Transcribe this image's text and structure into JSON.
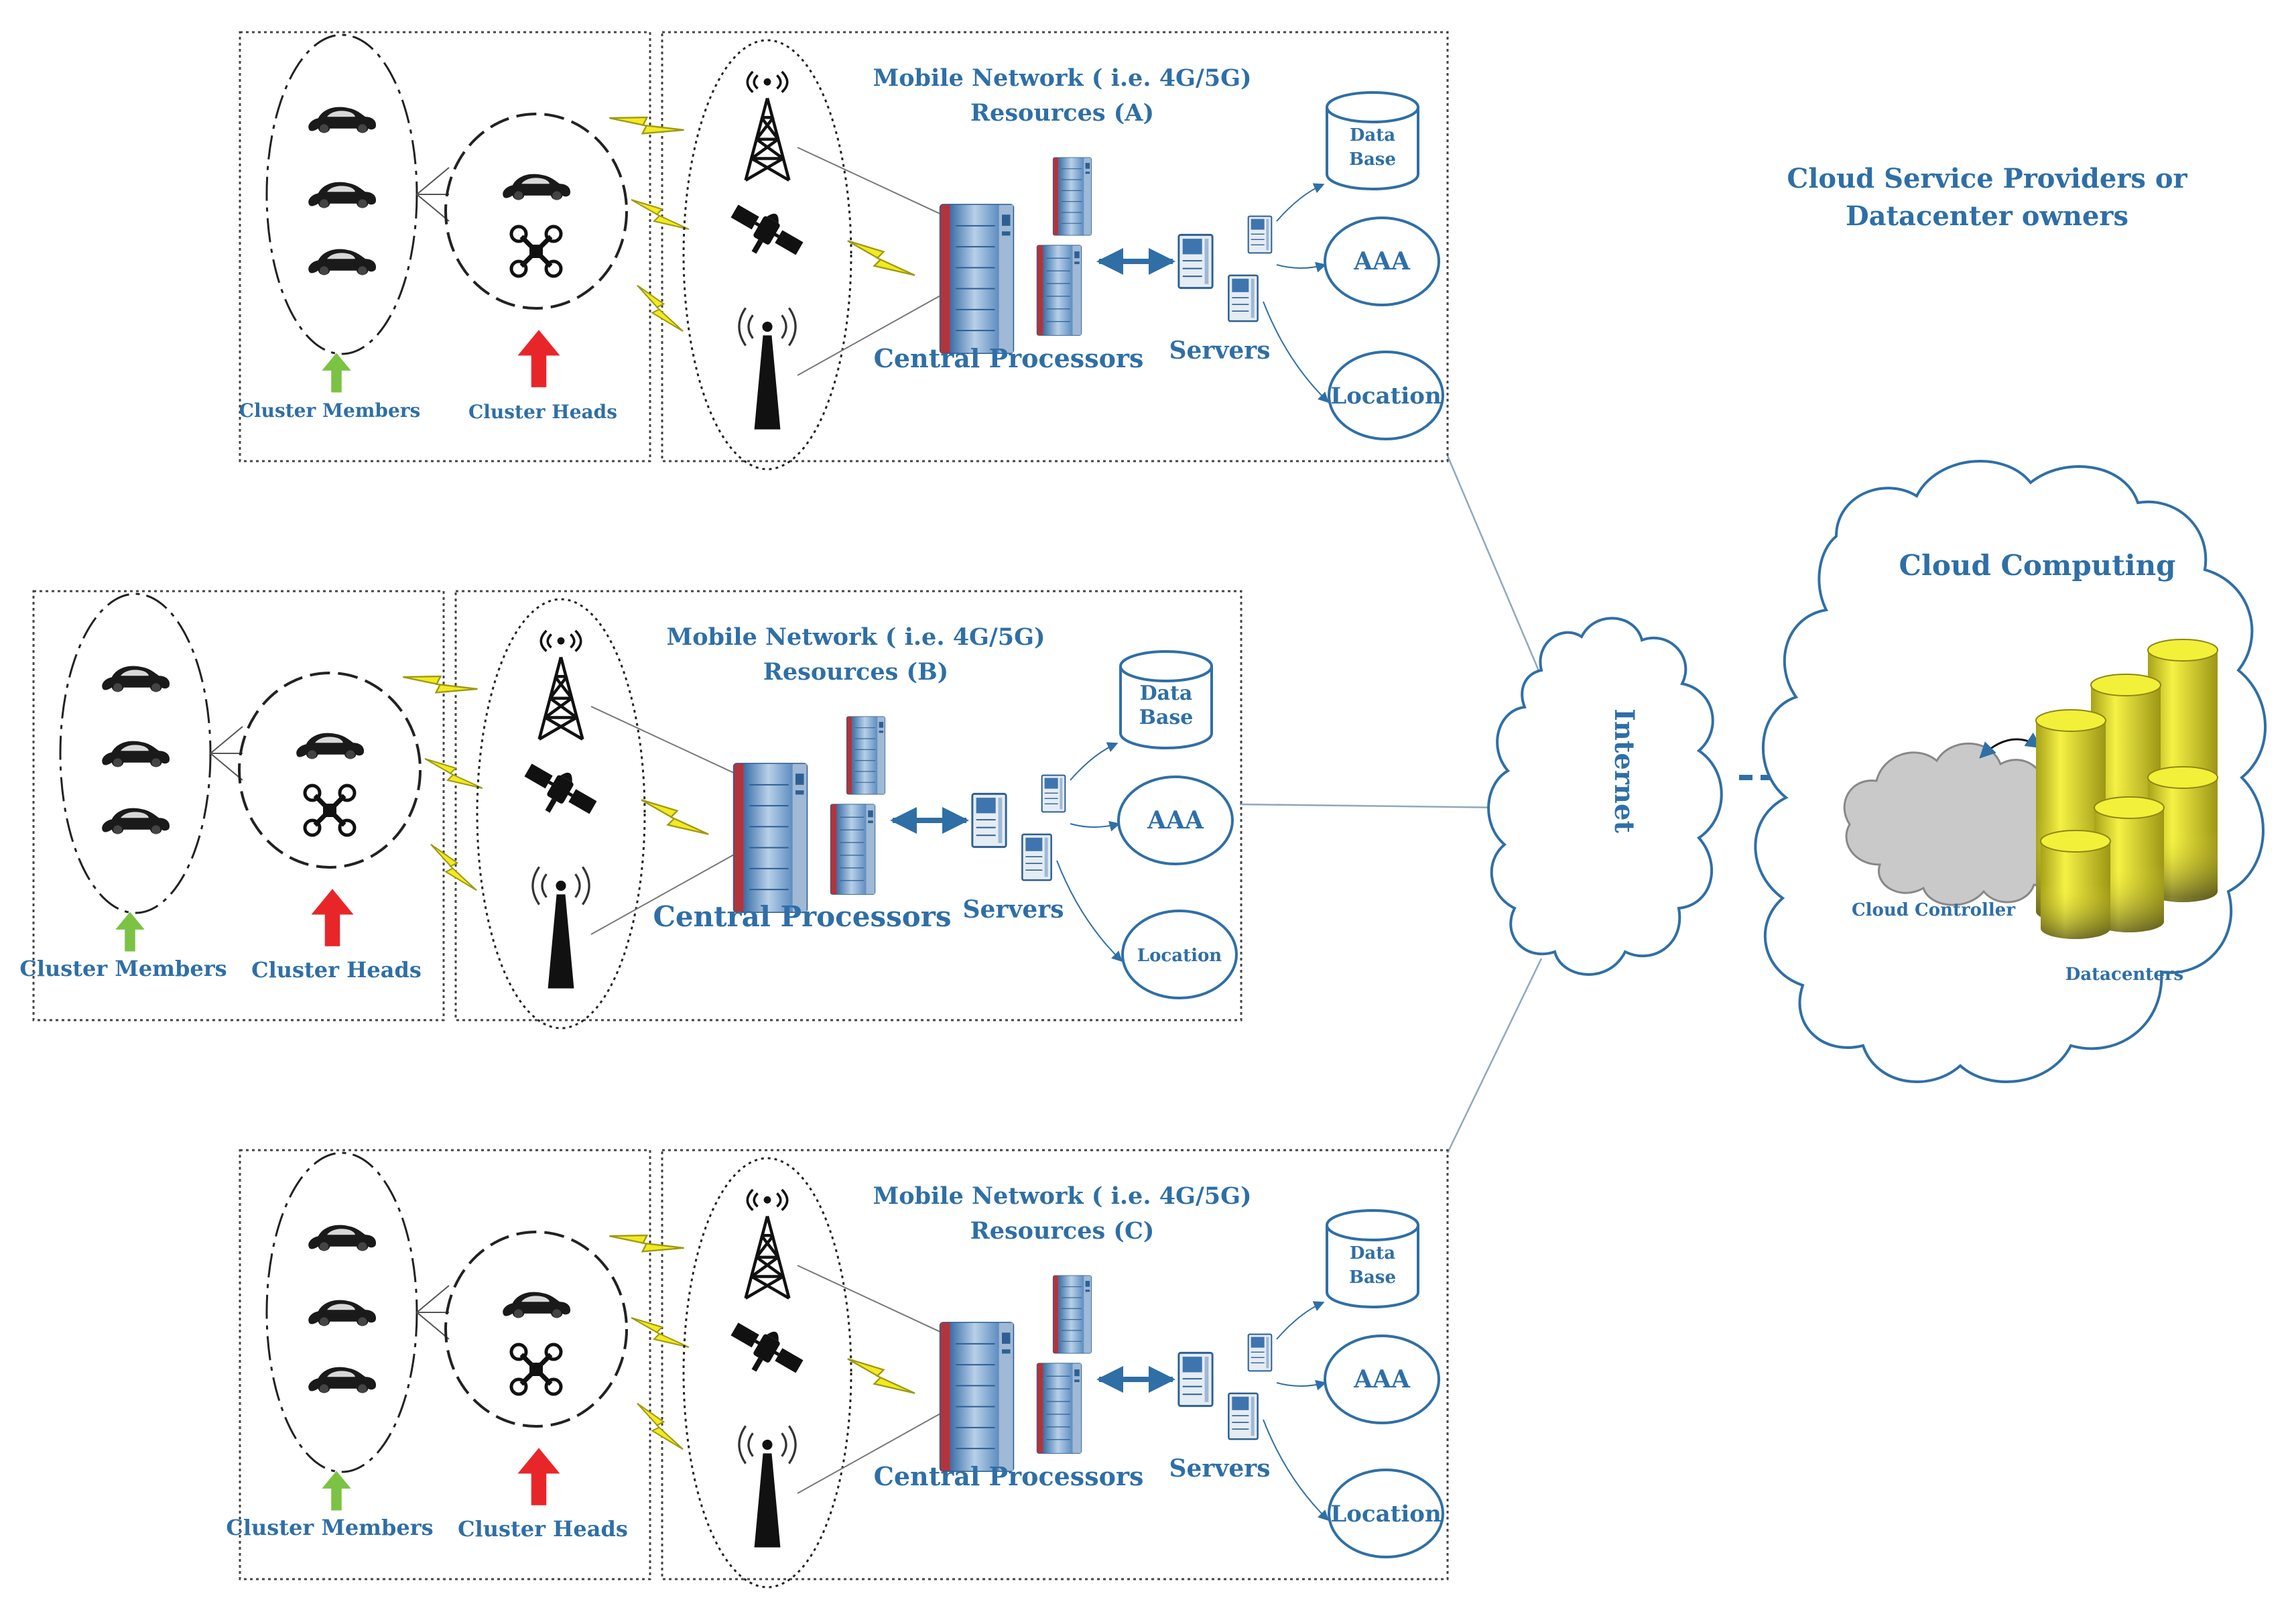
{
  "colors": {
    "label_blue": "#2F6FA6",
    "line_gray": "#8FA9BC",
    "arrow_green": "#7CC243",
    "arrow_red": "#E8262A",
    "lightning": "#F2EA22",
    "cylinder": "#F3F03A",
    "server_blue": "#4F86BD",
    "server_red": "#B0353C"
  },
  "clusters": [
    {
      "id": "A",
      "network_line1": "Mobile Network ( i.e. 4G/5G)",
      "network_line2": "Resources (A)",
      "members_label": "Cluster Members",
      "heads_label": "Cluster Heads",
      "processors_label": "Central Processors",
      "servers_label": "Servers",
      "db_line1": "Data",
      "db_line2": "Base",
      "aaa_label": "AAA",
      "location_label": "Location"
    },
    {
      "id": "B",
      "network_line1": "Mobile Network ( i.e. 4G/5G)",
      "network_line2": "Resources (B)",
      "members_label": "Cluster Members",
      "heads_label": "Cluster Heads",
      "processors_label": "Central Processors",
      "servers_label": "Servers",
      "db_line1": "Data",
      "db_line2": "Base",
      "aaa_label": "AAA",
      "location_label": "Location"
    },
    {
      "id": "C",
      "network_line1": "Mobile Network ( i.e. 4G/5G)",
      "network_line2": "Resources (C)",
      "members_label": "Cluster Members",
      "heads_label": "Cluster Heads",
      "processors_label": "Central Processors",
      "servers_label": "Servers",
      "db_line1": "Data",
      "db_line2": "Base",
      "aaa_label": "AAA",
      "location_label": "Location"
    }
  ],
  "internet_label": "Internet",
  "providers_line1": "Cloud Service Providers or",
  "providers_line2": "Datacenter owners",
  "cloud_computing_label": "Cloud Computing",
  "cloud_controller_label": "Cloud Controller",
  "datacenters_label": "Datacenters"
}
